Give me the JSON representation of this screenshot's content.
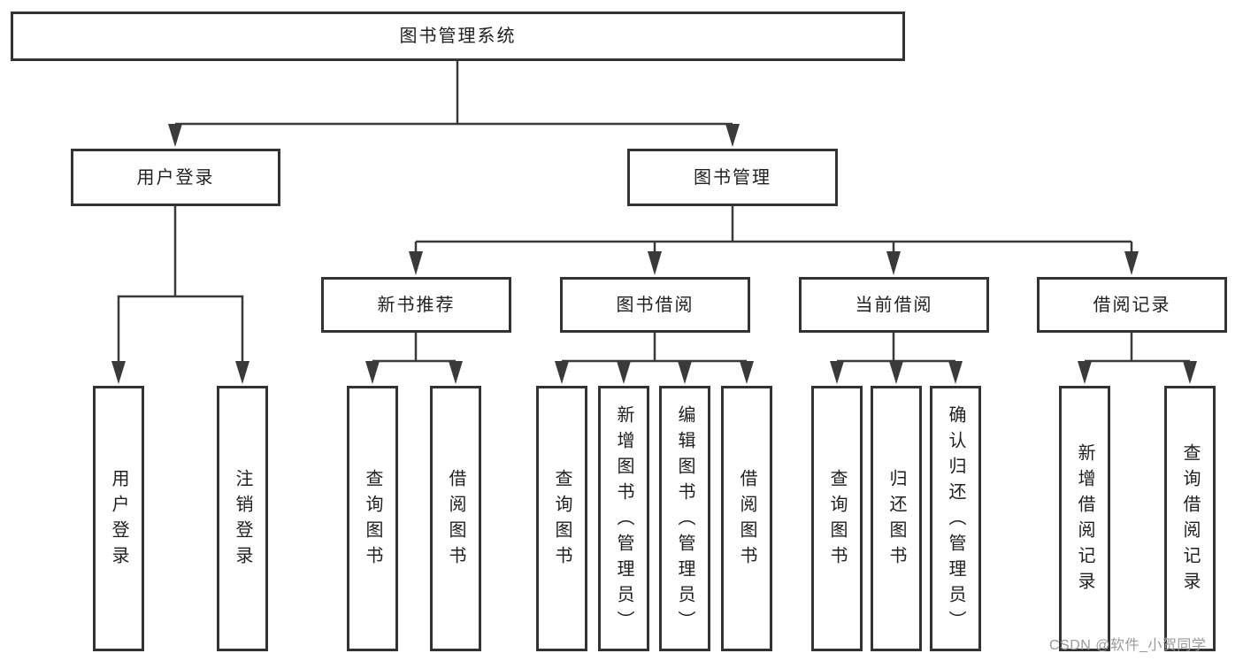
{
  "colors": {
    "background": "#ffffff",
    "box_border": "#333333",
    "line": "#3a3a3a",
    "text": "#1f1f1f",
    "watermark": "#999999"
  },
  "tree": {
    "root": "图书管理系统",
    "branches": [
      {
        "label": "用户登录",
        "leaves": [
          "用户登录",
          "注销登录"
        ]
      },
      {
        "label": "图书管理",
        "groups": [
          {
            "label": "新书推荐",
            "leaves": [
              "查询图书",
              "借阅图书"
            ]
          },
          {
            "label": "图书借阅",
            "leaves": [
              "查询图书",
              "新增图书（管理员）",
              "编辑图书（管理员）",
              "借阅图书"
            ]
          },
          {
            "label": "当前借阅",
            "leaves": [
              "查询图书",
              "归还图书",
              "确认归还（管理员）"
            ]
          },
          {
            "label": "借阅记录",
            "leaves": [
              "新增借阅记录",
              "查询借阅记录"
            ]
          }
        ]
      }
    ]
  },
  "watermark": {
    "text": "CSDN @软件_小贺同学"
  }
}
